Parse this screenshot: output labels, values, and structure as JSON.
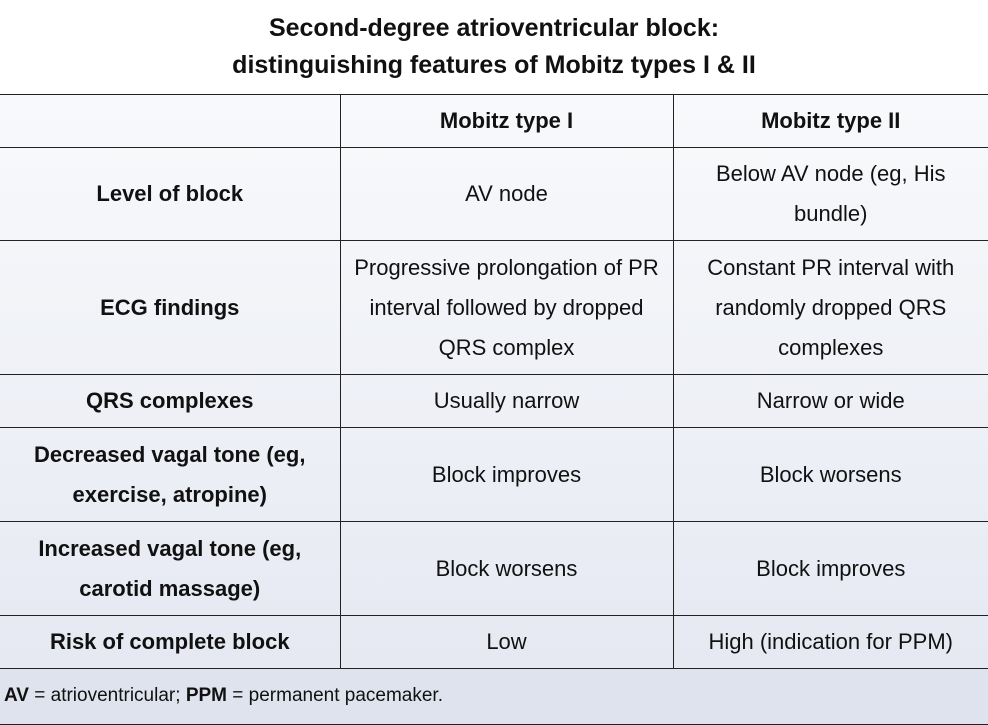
{
  "title": {
    "line1": "Second-degree atrioventricular block:",
    "line2": "distinguishing features of Mobitz types I & II"
  },
  "table": {
    "header": {
      "empty": "",
      "col1": "Mobitz type I",
      "col2": "Mobitz type II"
    },
    "rows": [
      {
        "label": "Level of block",
        "type1": "AV node",
        "type2": "Below AV node (eg, His bundle)"
      },
      {
        "label": "ECG findings",
        "type1": "Progressive prolongation of PR interval followed by dropped QRS complex",
        "type2": "Constant PR interval with randomly dropped QRS complexes"
      },
      {
        "label": "QRS complexes",
        "type1": "Usually narrow",
        "type2": "Narrow or wide"
      },
      {
        "label": "Decreased vagal tone (eg, exercise, atropine)",
        "type1": "Block improves",
        "type2": "Block worsens"
      },
      {
        "label": "Increased vagal tone (eg, carotid massage)",
        "type1": "Block worsens",
        "type2": "Block improves"
      },
      {
        "label": "Risk of complete block",
        "type1": "Low",
        "type2": "High (indication for PPM)"
      }
    ]
  },
  "footnote": {
    "abbr1": "AV",
    "def1": " = atrioventricular; ",
    "abbr2": "PPM",
    "def2": " = permanent pacemaker."
  }
}
